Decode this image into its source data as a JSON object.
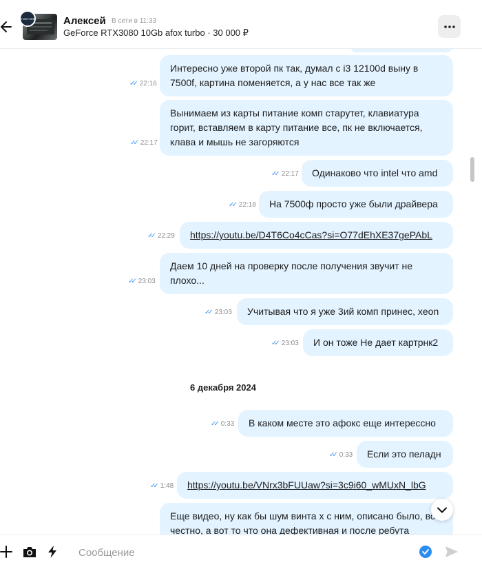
{
  "header": {
    "name": "Алексей",
    "status": "В сети в 11:33",
    "subtitle": "GeForce RTX3080 10Gb afox turbo · 30 000 ₽",
    "thumb_badge": "STASTORE"
  },
  "messages": [
    {
      "text": "Интересно уже второй пк так, думал с i3 12100d выну в 7500f, картина поменяется, а у нас все так же",
      "time": "22:16"
    },
    {
      "text": "Вынимаем из карты питание комп старутет, клавиатура горит, вставляем в карту питание все, пк не включается, клава и мышь не загоряются",
      "time": "22:17"
    },
    {
      "text": "Одинаково что intel что amd",
      "time": "22:17"
    },
    {
      "text": "На 7500ф просто уже были  драйвера",
      "time": "22:18"
    },
    {
      "text": "https://youtu.be/D4T6Co4cCas?si=O77dEhXE37gePAbL",
      "time": "22:29"
    },
    {
      "text": "Даем 10 дней на проверку после получения звучит не плохо...",
      "time": "23:03"
    },
    {
      "text": "Учитывая что я уже 3ий комп принес, xeon",
      "time": "23:03"
    },
    {
      "text": "И он тоже Не дает картрнк2",
      "time": "23:03"
    },
    {
      "text": "В каком месте это афокс еще интерессно",
      "time": "0:33"
    },
    {
      "text": "Если это пеладн",
      "time": "0:33"
    },
    {
      "text": "https://youtu.be/VNrx3bFUUaw?si=3c9i60_wMUxN_lbG",
      "time": "1:48"
    },
    {
      "text": "Еще видео, ну как бы шум винта х с ним, описано было, все честно, а вот то что она дефективная и после ребута",
      "time": ""
    }
  ],
  "date_separator": "6 декабря 2024",
  "composer": {
    "placeholder": "Сообщение"
  },
  "icons": {
    "back": "arrow-left-icon",
    "more": "more-horizontal-icon",
    "add": "plus-icon",
    "camera": "camera-icon",
    "quick": "lightning-icon",
    "send": "send-icon",
    "scroll": "chevron-down-icon"
  },
  "colors": {
    "bubble": "#e3f3ff",
    "accent": "#2a8cf0",
    "checks": "#3a93f5"
  }
}
